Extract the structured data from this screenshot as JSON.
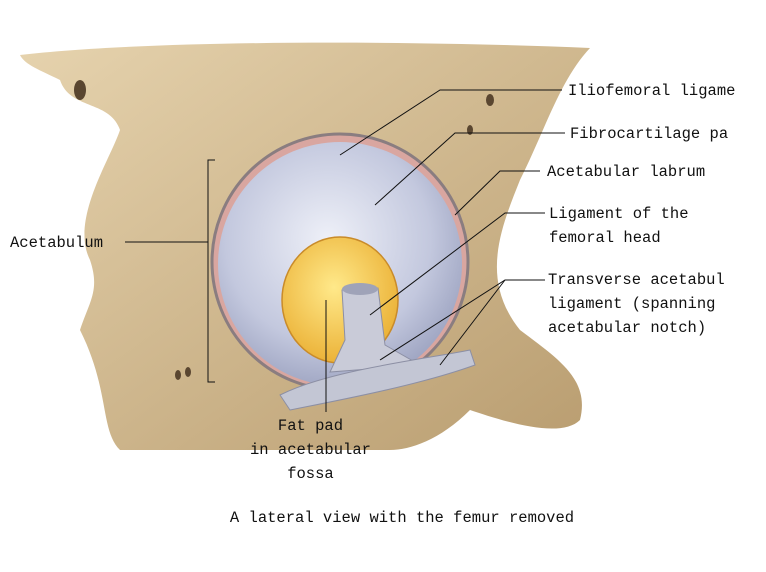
{
  "labels": {
    "iliofemoral": "Iliofemoral ligame",
    "fibrocartilage": "Fibrocartilage pa",
    "labrum": "Acetabular labrum",
    "ligament_head": "Ligament of the\nfemoral head",
    "transverse": "Transverse acetabul\nligament (spanning\nacetabular notch)",
    "acetabulum": "Acetabulum",
    "fat_pad": "Fat pad\nin acetabular\nfossa"
  },
  "caption": "A lateral view with the femur removed",
  "colors": {
    "bone": "#d8c29c",
    "socket": "#c9cde2",
    "fat": "#f2c94c",
    "ligament": "#c7c9d6"
  }
}
